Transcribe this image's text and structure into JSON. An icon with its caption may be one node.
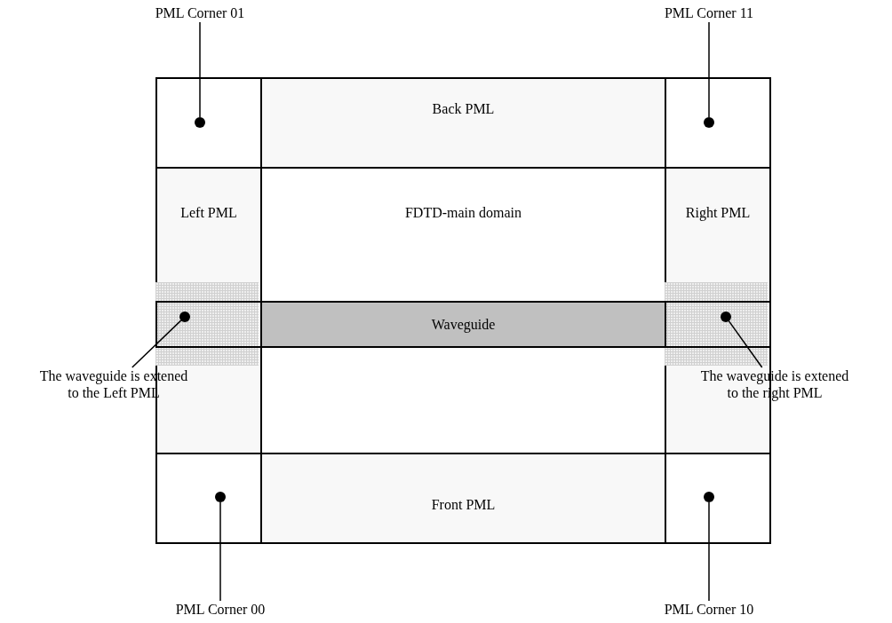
{
  "diagram": {
    "nodes": [
      {
        "text": [
          "PML Corner 01"
        ]
      },
      {
        "text": [
          "PML Corner 11"
        ]
      },
      {
        "text": [],
        "shape": "box"
      },
      {
        "text": [],
        "shape": "circle",
        "in": 2
      },
      {
        "text": [
          "Back PML"
        ]
      },
      {
        "text": [],
        "shape": "box"
      },
      {
        "text": [],
        "shape": "circle",
        "in": 5
      },
      {
        "text": [
          "Left PML"
        ]
      },
      {
        "text": [
          "FDTD-main domain"
        ]
      },
      {
        "text": [
          "Right PML"
        ]
      },
      {
        "text": [
          "Waveguide"
        ],
        "in": 8
      },
      {
        "text": [],
        "shape": "box",
        "in": 7
      },
      {
        "text": [],
        "shape": "circle",
        "in": 11
      },
      {
        "text": [],
        "shape": "box",
        "in": 9
      },
      {
        "text": [],
        "shape": "circle",
        "in": 13
      },
      {
        "text": [
          "The waveguide is extened to the Left PML"
        ]
      },
      {
        "text": [
          "The waveguide is extened to the right PML"
        ]
      },
      {
        "text": [],
        "shape": "box"
      },
      {
        "text": [],
        "shape": "circle",
        "in": 17
      },
      {
        "text": [
          "Front PML"
        ]
      },
      {
        "text": [],
        "shape": "box"
      },
      {
        "text": [],
        "shape": "circle",
        "in": 20
      },
      {
        "text": [
          "PML Corner 00"
        ]
      },
      {
        "text": [
          "PML Corner 10"
        ]
      }
    ],
    "edges": [
      {
        "from": 0,
        "to": 3,
        "arrow": "none"
      },
      {
        "from": 1,
        "to": 6,
        "arrow": "none"
      },
      {
        "from": 15,
        "to": 12,
        "arrow": "none"
      },
      {
        "from": 16,
        "to": 14,
        "arrow": "none"
      },
      {
        "from": 22,
        "to": 18,
        "arrow": "none"
      },
      {
        "from": 23,
        "to": 21,
        "arrow": "none"
      }
    ]
  }
}
